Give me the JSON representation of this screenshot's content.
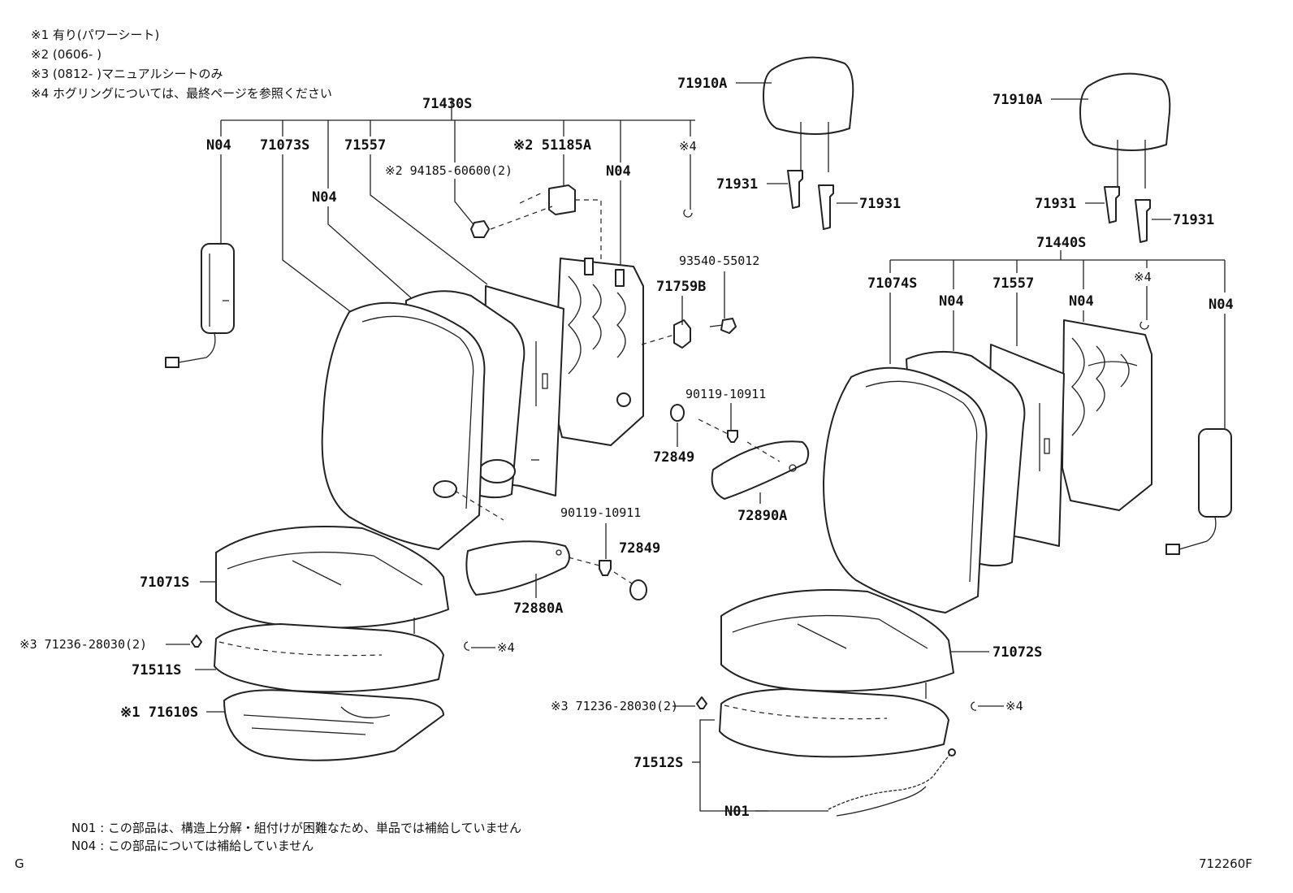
{
  "notes": {
    "n1": "※1  有り(パワーシート)",
    "n2": "※2 (0606-        )",
    "n3": "※3 (0812-        )マニュアルシートのみ",
    "n4": "※4  ホグリングについては、最終ページを参照ください"
  },
  "footnotes": {
    "n01": "N01 :  この部品は、構造上分解・組付けが困難なため、単品では補給していません",
    "n04": "N04 :  この部品については補給していません"
  },
  "corner_left": "G",
  "figure_id": "712260F",
  "labels": {
    "p71430S": "71430S",
    "p71440S": "71440S",
    "n04_a": "N04",
    "n04_b": "N04",
    "n04_c": "N04",
    "n04_d": "N04",
    "n04_e": "N04",
    "n04_f": "N04",
    "p71073S": "71073S",
    "p71074S": "71074S",
    "p71557_l": "71557",
    "p71557_r": "71557",
    "p51185A": "※2 51185A",
    "p94185": "※2 94185-60600(2)",
    "ref4_a": "※4",
    "ref4_b": "※4",
    "ref4_c": "※4",
    "ref4_d": "※4",
    "p71910A_l": "71910A",
    "p71910A_r": "71910A",
    "p71931_a": "71931",
    "p71931_b": "71931",
    "p71931_c": "71931",
    "p71931_d": "71931",
    "p93540": "93540-55012",
    "p71759B": "71759B",
    "p90119_a": "90119-10911",
    "p90119_b": "90119-10911",
    "p72849_a": "72849",
    "p72849_b": "72849",
    "p72890A": "72890A",
    "p72880A": "72880A",
    "p71071S": "71071S",
    "p71072S": "71072S",
    "p71236_l": "※3 71236-28030(2)",
    "p71236_r": "※3 71236-28030(2)",
    "p71511S": "71511S",
    "p71512S": "71512S",
    "p71610S": "※1 71610S",
    "n01": "N01"
  }
}
